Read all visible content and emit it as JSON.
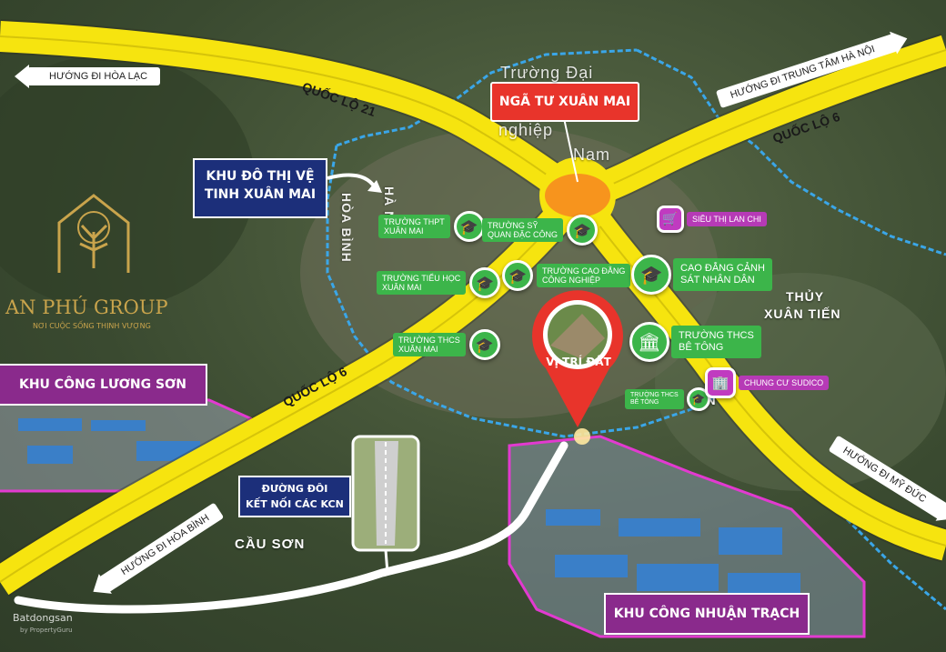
{
  "logo": {
    "name": "AN PHÚ GROUP",
    "slogan": "NƠI CUỘC SỐNG THỊNH VƯỢNG"
  },
  "intersection": "NGÃ TƯ XUÂN MAI",
  "site": "VỊ TRÍ ĐẤT",
  "roads": {
    "ql21": "QUỐC LỘ 21",
    "ql6_right": "QUỐC LỘ 6",
    "ql6_left": "QUỐC LỘ 6"
  },
  "directions": {
    "hoa_lac": "HƯỚNG ĐI HÒA LẠC",
    "trung_tam_ha_noi": "HƯỚNG ĐI TRUNG TÂM HÀ NỘI",
    "my_duc": "HƯỚNG ĐI MỸ ĐỨC",
    "hoa_binh": "HƯỚNG ĐI HÒA BÌNH"
  },
  "callouts": {
    "kdt_line1": "KHU ĐÔ THỊ VỆ",
    "kdt_line2": "TINH XUÂN MAI",
    "duong_doi_line1": "ĐƯỜNG ĐÔI",
    "duong_doi_line2": "KẾT NỐI CÁC KCN",
    "kcn_luong_son": "KHU CÔNG LƯƠNG SƠN",
    "kcn_nhuan_trach": "KHU CÔNG NHUẬN TRẠCH"
  },
  "places": {
    "thuy_xuan_tien_1": "THỦY",
    "thuy_xuan_tien_2": "XUÂN TIẾN",
    "cau_son": "CẦU SƠN",
    "hoa_binh_vertical": "HÒA BÌNH",
    "ha_noi_vertical": "HÀ NỘI",
    "truong_dai_1": "Trường Đại",
    "truong_dai_2": "nghiệp",
    "truong_dai_3": "Nam",
    "tin": "TIN"
  },
  "pois": [
    {
      "line1": "TRƯỜNG THPT",
      "line2": "XUÂN MAI"
    },
    {
      "line1": "TRƯỜNG SỸ",
      "line2": "QUAN ĐẶC CÔNG"
    },
    {
      "line1": "TRƯỜNG TIỂU HỌC",
      "line2": "XUÂN MAI"
    },
    {
      "line1": "TRƯỜNG CAO ĐẲNG",
      "line2": "CÔNG NGHIỆP"
    },
    {
      "line1": "TRƯỜNG THCS",
      "line2": "XUÂN MAI"
    },
    {
      "line1": "CAO ĐẲNG CẢNH",
      "line2": "SÁT NHÂN DÂN"
    },
    {
      "line1": "TRƯỜNG THCS",
      "line2": "BÊ TÔNG"
    },
    {
      "line1": "TRƯỜNG THCS",
      "line2": "BÊ TÔNG"
    },
    {
      "line1": "SIÊU THỊ LAN CHI"
    },
    {
      "line1": "CHUNG CƯ SUDICO"
    }
  ],
  "watermark": {
    "brand": "Batdongsan",
    "sub": "by PropertyGuru"
  },
  "colors": {
    "road": "#f6e40f",
    "boundary_blue": "#3aa6e8",
    "boundary_pink": "#e23ad0",
    "poi_green": "#3cb54a",
    "callout_navy": "#1c2f7a",
    "callout_red": "#e8342b",
    "callout_purple": "#8a2a8c",
    "roundabout": "#f7941d"
  },
  "icons": [
    "graduation-cap-icon",
    "shopping-cart-icon",
    "building-icon",
    "bank-icon",
    "map-pin-icon",
    "arrow-icon"
  ]
}
